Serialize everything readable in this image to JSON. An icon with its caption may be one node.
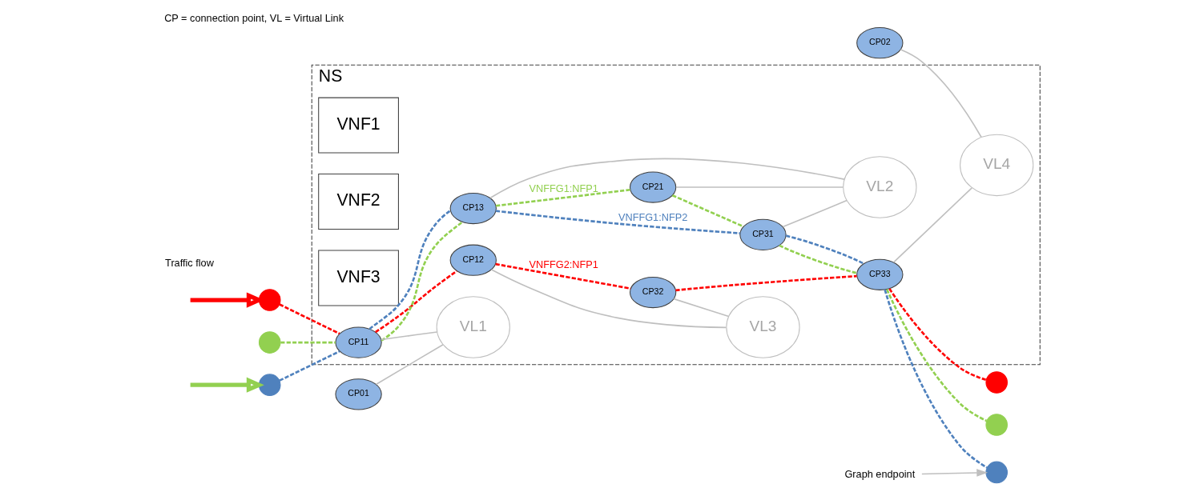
{
  "diagram": {
    "title": "CP = connection point, VL = Virtual Link",
    "nodes": [
      {
        "text": [
          "NS"
        ]
      },
      {
        "text": [
          "VNF1"
        ],
        "in": 0
      },
      {
        "text": [
          "VNF2"
        ],
        "in": 0
      },
      {
        "text": [
          "VNF3"
        ],
        "in": 0
      },
      {
        "text": [
          "CP11"
        ],
        "in": 0
      },
      {
        "text": [
          "CP12"
        ],
        "in": 0
      },
      {
        "text": [
          "CP13"
        ],
        "in": 0
      },
      {
        "text": [
          "CP21"
        ],
        "in": 0
      },
      {
        "text": [
          "CP31"
        ],
        "in": 0
      },
      {
        "text": [
          "CP32"
        ],
        "in": 0
      },
      {
        "text": [
          "CP33"
        ],
        "in": 0
      },
      {
        "text": [
          "CP01"
        ]
      },
      {
        "text": [
          "VL1"
        ],
        "in": 0
      },
      {
        "text": [
          "VL2"
        ],
        "in": 0
      },
      {
        "text": [
          "VL3"
        ],
        "in": 0
      },
      {
        "text": [
          "VL4"
        ],
        "in": 0
      },
      {
        "text": [
          "CP02"
        ]
      },
      {
        "text": [],
        "shape": "circle"
      },
      {
        "text": [],
        "shape": "circle"
      },
      {
        "text": [],
        "shape": "circle"
      },
      {
        "text": [],
        "shape": "circle"
      },
      {
        "text": [],
        "shape": "circle"
      },
      {
        "text": [],
        "shape": "circle"
      },
      {
        "text": [
          "Graph endpoint"
        ]
      }
    ],
    "edges": [
      {
        "from": 11,
        "to": 12,
        "arrow": "none"
      },
      {
        "from": 4,
        "to": 12,
        "arrow": "none"
      },
      {
        "from": 6,
        "to": 13,
        "arrow": "none"
      },
      {
        "from": 7,
        "to": 13,
        "arrow": "none"
      },
      {
        "from": 8,
        "to": 13,
        "arrow": "none"
      },
      {
        "from": 5,
        "to": 14,
        "arrow": "none"
      },
      {
        "from": 9,
        "to": 14,
        "arrow": "none"
      },
      {
        "from": 10,
        "to": 15,
        "arrow": "none"
      },
      {
        "from": 16,
        "to": 15,
        "arrow": "none"
      },
      {
        "from": 17,
        "to": 4,
        "arrow": "none",
        "style": "dashed",
        "color": "#ff0000"
      },
      {
        "from": 4,
        "to": 5,
        "arrow": "none",
        "style": "dashed",
        "color": "#ff0000"
      },
      {
        "from": 5,
        "to": 9,
        "arrow": "none",
        "style": "dashed",
        "color": "#ff0000",
        "label": "VNFFG2:NFP1"
      },
      {
        "from": 9,
        "to": 10,
        "arrow": "none",
        "style": "dashed",
        "color": "#ff0000"
      },
      {
        "from": 10,
        "to": 20,
        "arrow": "none",
        "style": "dashed",
        "color": "#ff0000"
      },
      {
        "from": 18,
        "to": 4,
        "arrow": "none",
        "style": "dashed",
        "color": "#92d050"
      },
      {
        "from": 4,
        "to": 6,
        "arrow": "none",
        "style": "dashed",
        "color": "#92d050"
      },
      {
        "from": 6,
        "to": 7,
        "arrow": "none",
        "style": "dashed",
        "color": "#92d050",
        "label": "VNFFG1:NFP1"
      },
      {
        "from": 7,
        "to": 8,
        "arrow": "none",
        "style": "dashed",
        "color": "#92d050"
      },
      {
        "from": 8,
        "to": 10,
        "arrow": "none",
        "style": "dashed",
        "color": "#92d050"
      },
      {
        "from": 10,
        "to": 21,
        "arrow": "none",
        "style": "dashed",
        "color": "#92d050"
      },
      {
        "from": 19,
        "to": 4,
        "arrow": "none",
        "style": "dashed",
        "color": "#4f81bd"
      },
      {
        "from": 4,
        "to": 6,
        "arrow": "none",
        "style": "dashed",
        "color": "#4f81bd"
      },
      {
        "from": 6,
        "to": 8,
        "arrow": "none",
        "style": "dashed",
        "color": "#4f81bd",
        "label": "VNFFG1:NFP2"
      },
      {
        "from": 8,
        "to": 10,
        "arrow": "none",
        "style": "dashed",
        "color": "#4f81bd"
      },
      {
        "from": 10,
        "to": 22,
        "arrow": "none",
        "style": "dashed",
        "color": "#4f81bd"
      },
      {
        "from": null,
        "to": 17,
        "arrow": "to",
        "style": "thick",
        "color": "#ff0000"
      },
      {
        "from": null,
        "to": 19,
        "arrow": "to",
        "style": "thick",
        "color": "#92d050"
      },
      {
        "from": 23,
        "to": 22,
        "arrow": "to"
      }
    ],
    "labels": [
      "Traffic flow"
    ]
  }
}
